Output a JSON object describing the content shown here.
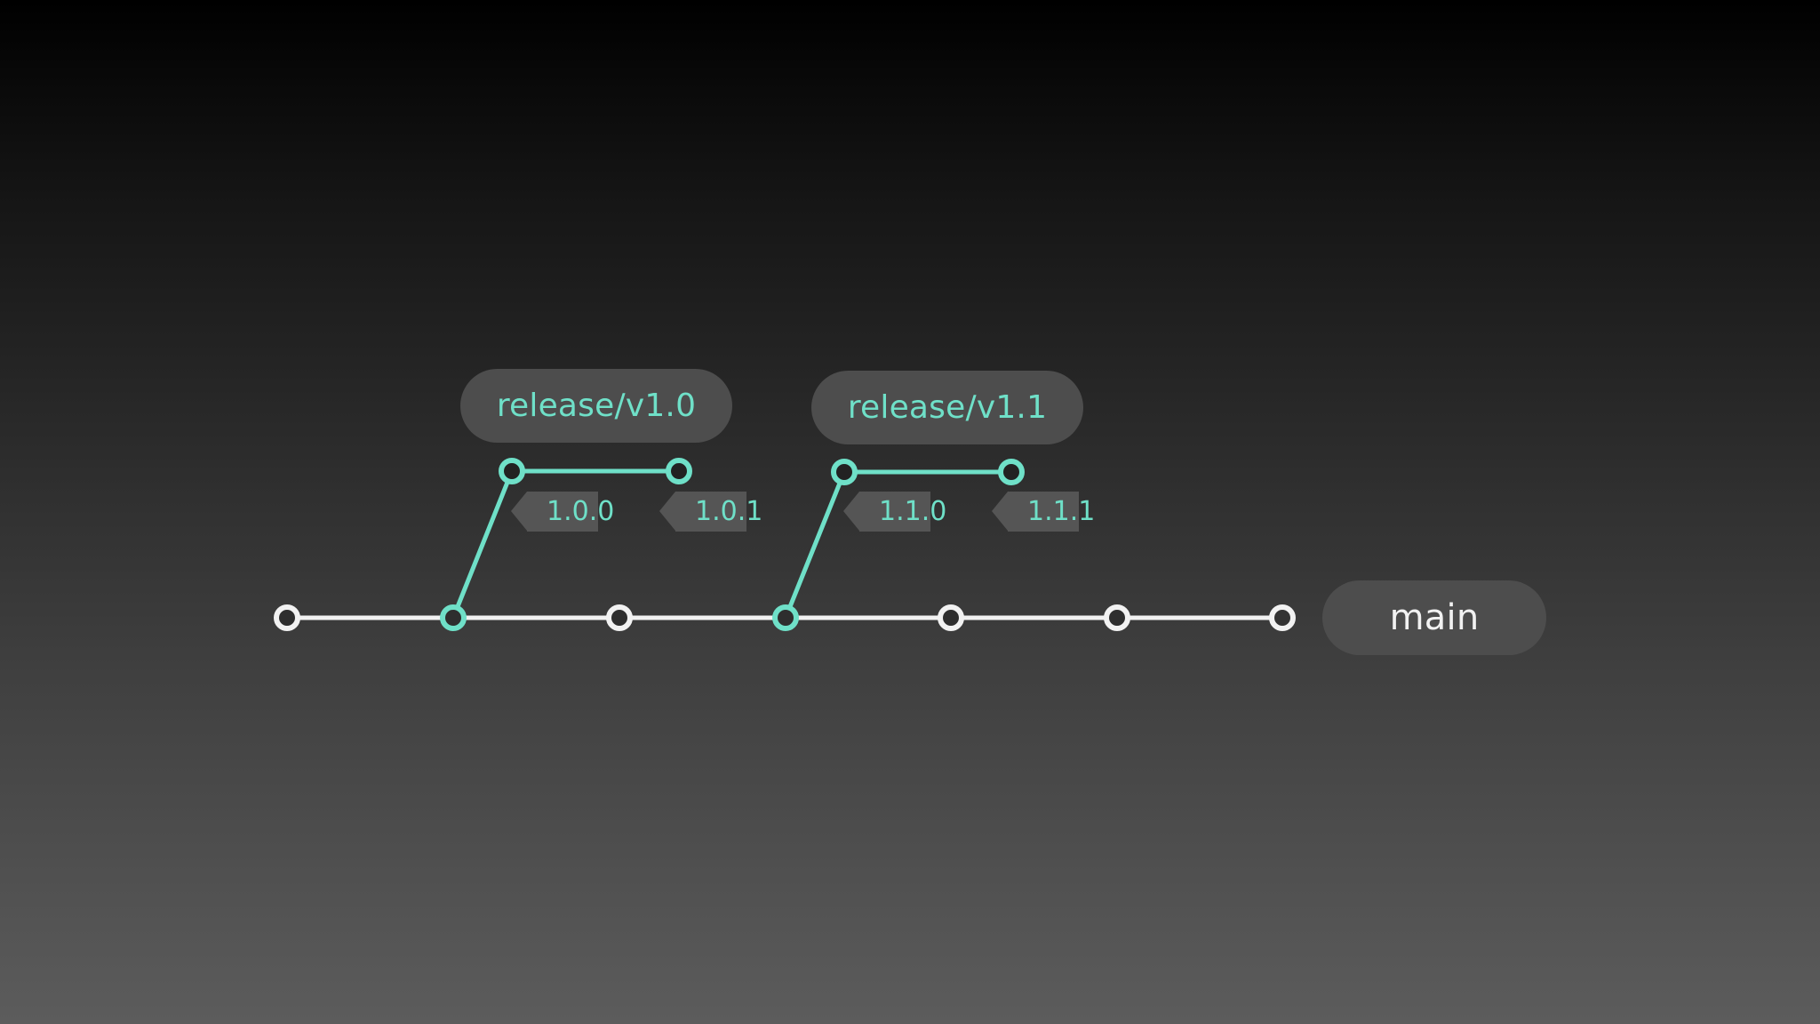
{
  "branches": {
    "main": {
      "label": "main"
    },
    "release_v1_0": {
      "label": "release/v1.0"
    },
    "release_v1_1": {
      "label": "release/v1.1"
    }
  },
  "tags": [
    {
      "label": "1.0.0"
    },
    {
      "label": "1.0.1"
    },
    {
      "label": "1.1.0"
    },
    {
      "label": "1.1.1"
    }
  ],
  "colors": {
    "main_line": "#f2f2f2",
    "release_line": "#6fe0c8",
    "pill_bg": "#4d4d4d",
    "tag_bg": "#555555"
  }
}
